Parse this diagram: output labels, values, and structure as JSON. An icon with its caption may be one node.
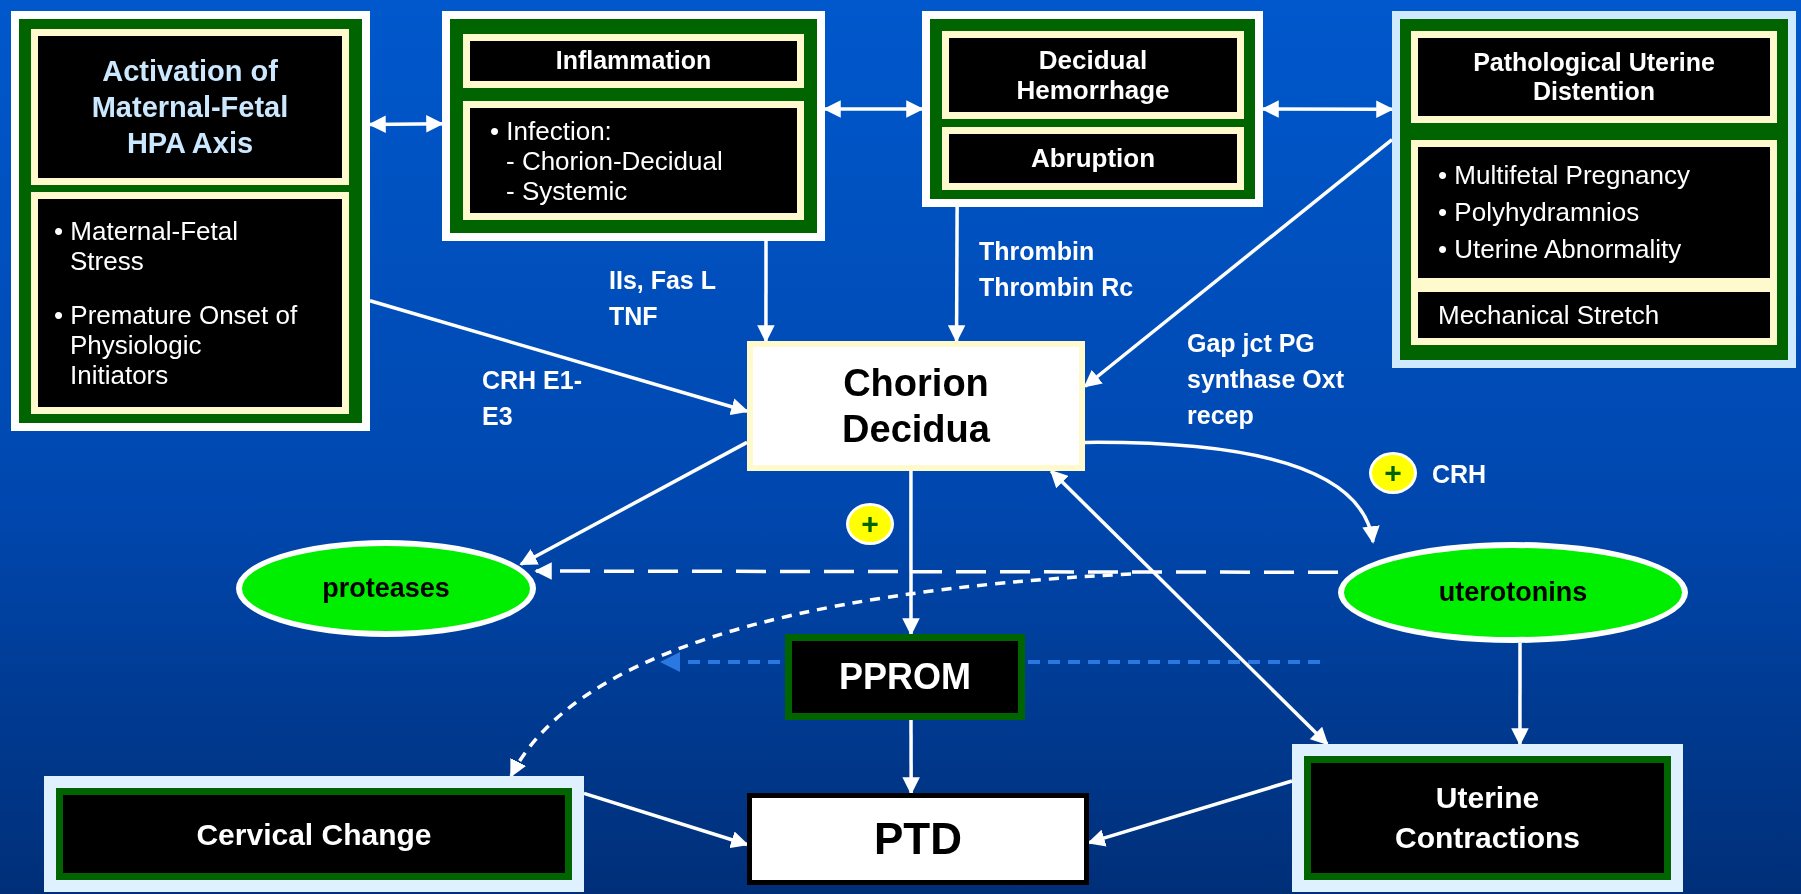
{
  "diagram": {
    "nodes": [
      {
        "text": [],
        "shape": "box"
      },
      {
        "text": [
          "Activation of Maternal-Fetal HPA Axis"
        ],
        "in": 0
      },
      {
        "text": [
          "• Maternal-Fetal Stress",
          "• Premature Onset of Physiologic Initiators"
        ],
        "in": 0
      },
      {
        "text": [],
        "shape": "box"
      },
      {
        "text": [
          "Inflammation"
        ],
        "in": 3
      },
      {
        "text": [
          "• Infection:",
          "- Chorion-Decidual",
          "- Systemic"
        ],
        "in": 3
      },
      {
        "text": [],
        "shape": "box"
      },
      {
        "text": [
          "Decidual Hemorrhage"
        ],
        "in": 6
      },
      {
        "text": [
          "Abruption"
        ],
        "in": 6
      },
      {
        "text": [],
        "shape": "box"
      },
      {
        "text": [
          "Pathological Uterine Distention"
        ],
        "in": 9
      },
      {
        "text": [
          "• Multifetal Pregnancy",
          "• Polyhydramnios",
          "• Uterine Abnormality"
        ],
        "in": 9
      },
      {
        "text": [
          "Mechanical Stretch"
        ],
        "in": 9
      },
      {
        "text": [
          "Chorion Decidua"
        ]
      },
      {
        "text": [
          "proteases"
        ]
      },
      {
        "text": [
          "uterotonins"
        ]
      },
      {
        "text": [
          "PPROM"
        ]
      },
      {
        "text": [
          "Cervical Change"
        ]
      },
      {
        "text": [
          "PTD"
        ]
      },
      {
        "text": [
          "Uterine Contractions"
        ]
      },
      {
        "text": [
          "+"
        ]
      },
      {
        "text": [
          "+"
        ]
      }
    ],
    "edges": [
      {
        "from": 0,
        "to": 3,
        "arrow": "both"
      },
      {
        "from": 3,
        "to": 6,
        "arrow": "both"
      },
      {
        "from": 6,
        "to": 9,
        "arrow": "both"
      },
      {
        "from": 0,
        "to": 13,
        "arrow": "to",
        "label": "CRH E1-E3"
      },
      {
        "from": 3,
        "to": 13,
        "arrow": "to",
        "label": "IIs, Fas L TNF"
      },
      {
        "from": 6,
        "to": 13,
        "arrow": "to",
        "label": "Thrombin Thrombin Rc"
      },
      {
        "from": 9,
        "to": 13,
        "arrow": "to",
        "label": "Gap jct PG synthase Oxt recep"
      },
      {
        "from": 13,
        "to": 14,
        "arrow": "to"
      },
      {
        "from": 13,
        "to": 15,
        "arrow": "to"
      },
      {
        "from": 13,
        "to": 16,
        "arrow": "to"
      },
      {
        "from": 13,
        "to": 19,
        "arrow": "both"
      },
      {
        "from": 15,
        "to": 14,
        "arrow": "to",
        "style": "dashed"
      },
      {
        "from": null,
        "to": 17,
        "arrow": "to",
        "style": "dashed"
      },
      {
        "from": 15,
        "to": 19,
        "arrow": "to"
      },
      {
        "from": 16,
        "to": 18,
        "arrow": "to"
      },
      {
        "from": 17,
        "to": 18,
        "arrow": "to"
      },
      {
        "from": 19,
        "to": 18,
        "arrow": "to"
      }
    ],
    "labels": [
      "CRH"
    ]
  }
}
